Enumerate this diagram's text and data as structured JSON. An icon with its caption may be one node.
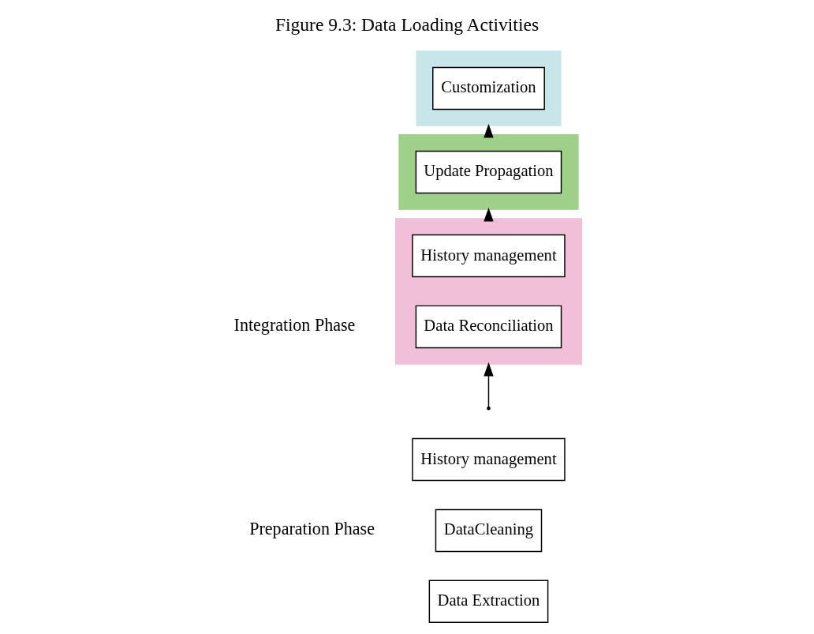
{
  "diagram": {
    "title": "Figure 9.3: Data Loading Activities",
    "nodes": [
      {
        "text": [],
        "shape": "box"
      },
      {
        "text": [
          "Customization"
        ],
        "in": 0
      },
      {
        "text": [],
        "shape": "box"
      },
      {
        "text": [
          "Update Propagation"
        ],
        "in": 2
      },
      {
        "text": [],
        "shape": "box"
      },
      {
        "text": [
          "History management"
        ],
        "in": 4
      },
      {
        "text": [
          "Data Reconciliation"
        ],
        "in": 4
      },
      {
        "text": [
          "History management"
        ]
      },
      {
        "text": [
          "DataCleaning"
        ]
      },
      {
        "text": [
          "Data Extraction"
        ]
      }
    ],
    "edges": [
      {
        "from": 2,
        "to": 0,
        "arrow": "to"
      },
      {
        "from": 4,
        "to": 2,
        "arrow": "to"
      },
      {
        "from": null,
        "to": 4,
        "arrow": "to"
      }
    ],
    "labels": [
      "Integration Phase",
      "Preparation Phase"
    ]
  }
}
